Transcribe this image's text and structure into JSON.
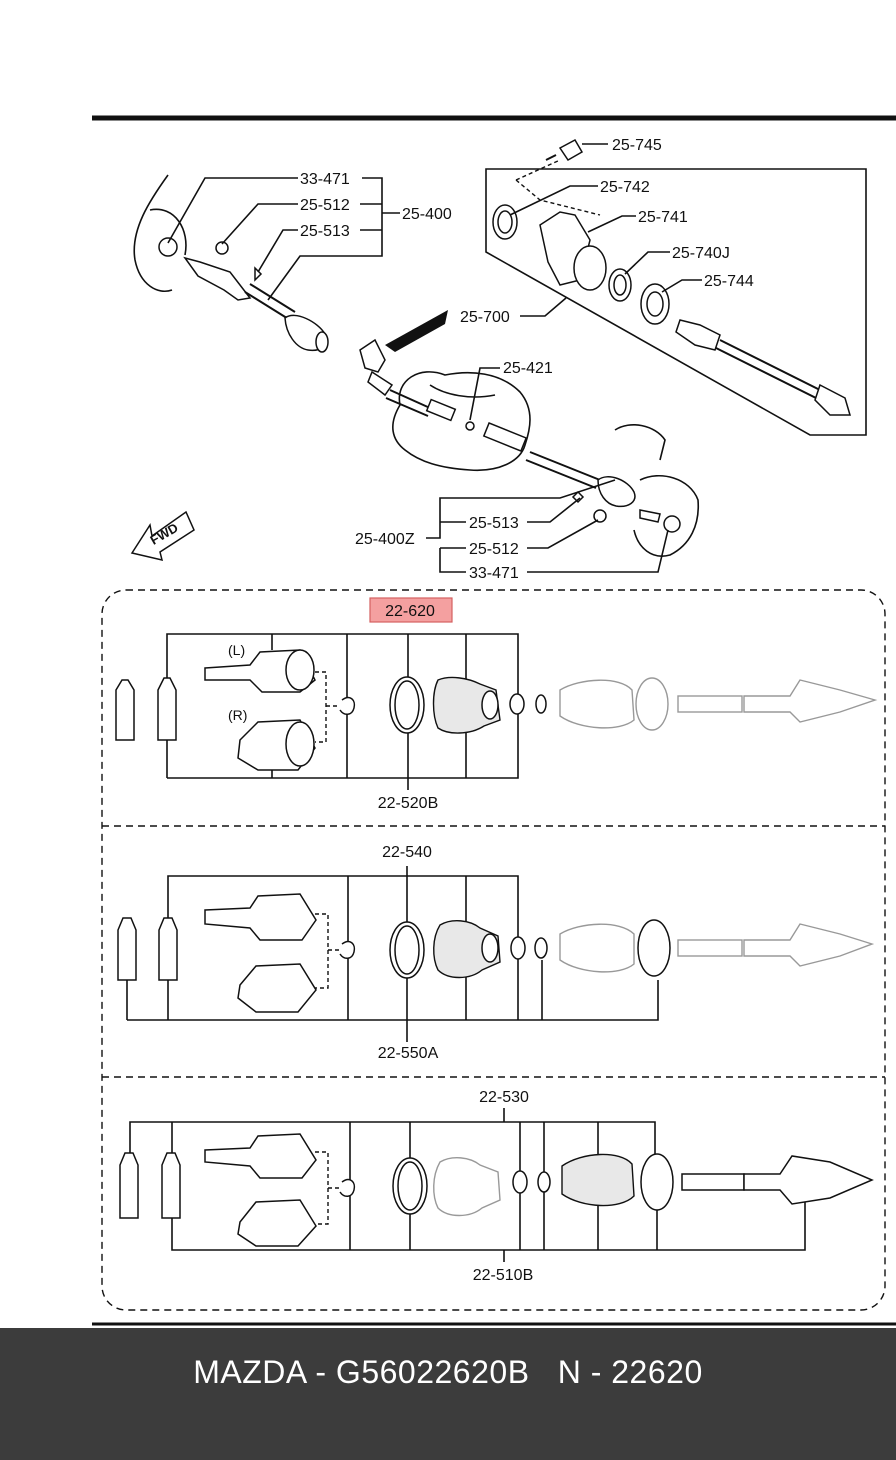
{
  "diagram": {
    "overview_labels": {
      "c1": "33-471",
      "c2": "25-512",
      "c3": "25-513",
      "c4": "25-400",
      "c5": "25-745",
      "c6": "25-742",
      "c7": "25-741",
      "c8": "25-740J",
      "c9": "25-744",
      "c10": "25-700",
      "c11": "25-421",
      "c12": "25-513",
      "c13": "25-400Z",
      "c14": "25-512",
      "c15": "33-471",
      "fwd": "FWD"
    },
    "kit1": {
      "top_label": "22-620",
      "bottom_label": "22-520B",
      "left_mark": "(L)",
      "right_mark": "(R)"
    },
    "kit2": {
      "top_label": "22-540",
      "bottom_label": "22-550A"
    },
    "kit3": {
      "top_label": "22-530",
      "bottom_label": "22-510B"
    },
    "highlight_color": "#f4a0a0"
  },
  "footer": {
    "caption": "MAZDA - G56022620B   N - 22620",
    "background": "#3c3c3c"
  }
}
